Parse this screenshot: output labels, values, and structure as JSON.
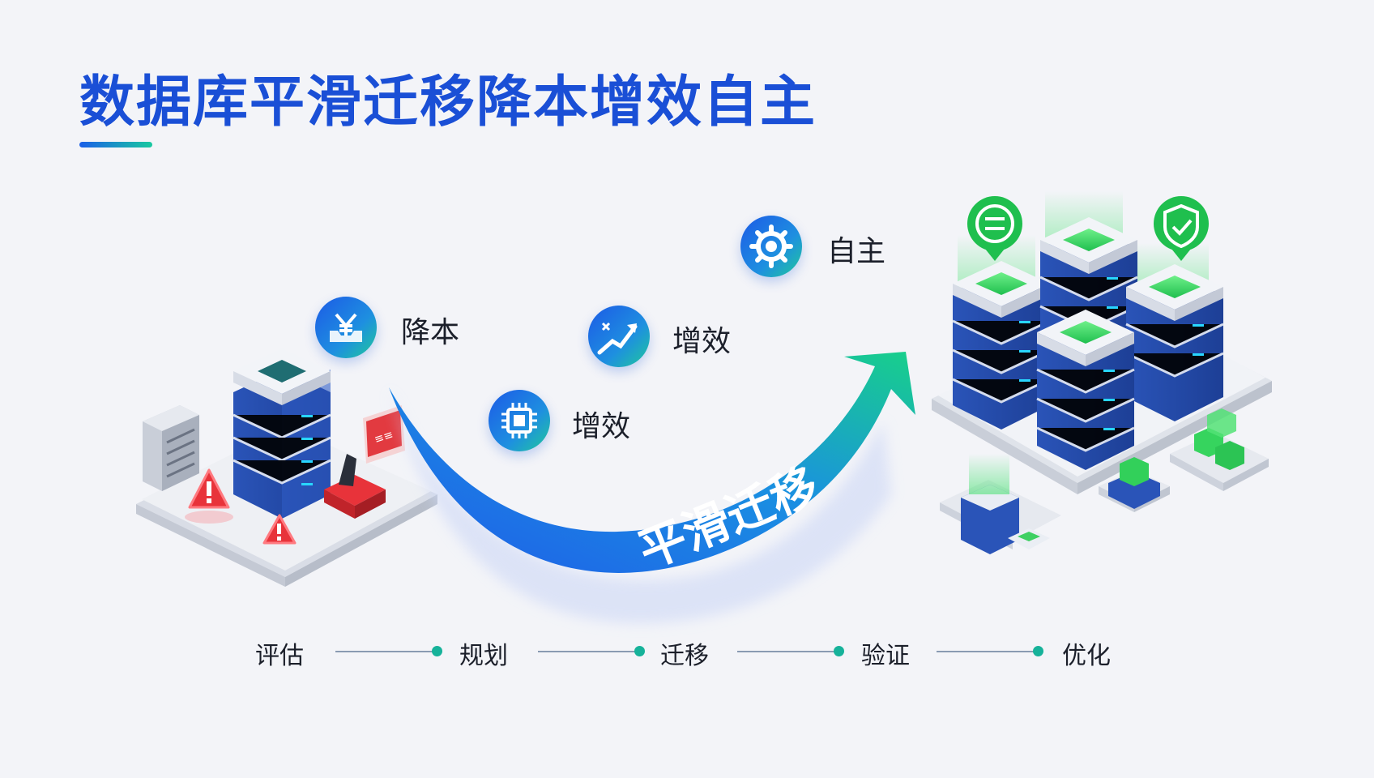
{
  "title": "数据库平滑迁移降本增效自主",
  "arrow_label": "平滑迁移",
  "badges": [
    {
      "label": "降本",
      "icon": "yen-tray-icon"
    },
    {
      "label": "增效",
      "icon": "chip-icon"
    },
    {
      "label": "增效",
      "icon": "trend-up-icon"
    },
    {
      "label": "自主",
      "icon": "gear-icon"
    }
  ],
  "steps": [
    "评估",
    "规划",
    "迁移",
    "验证",
    "优化"
  ],
  "colors": {
    "brand_blue": "#1a4fd6",
    "accent_green": "#16c48c",
    "accent_teal": "#16b29a",
    "alert_red": "#e8333a"
  }
}
